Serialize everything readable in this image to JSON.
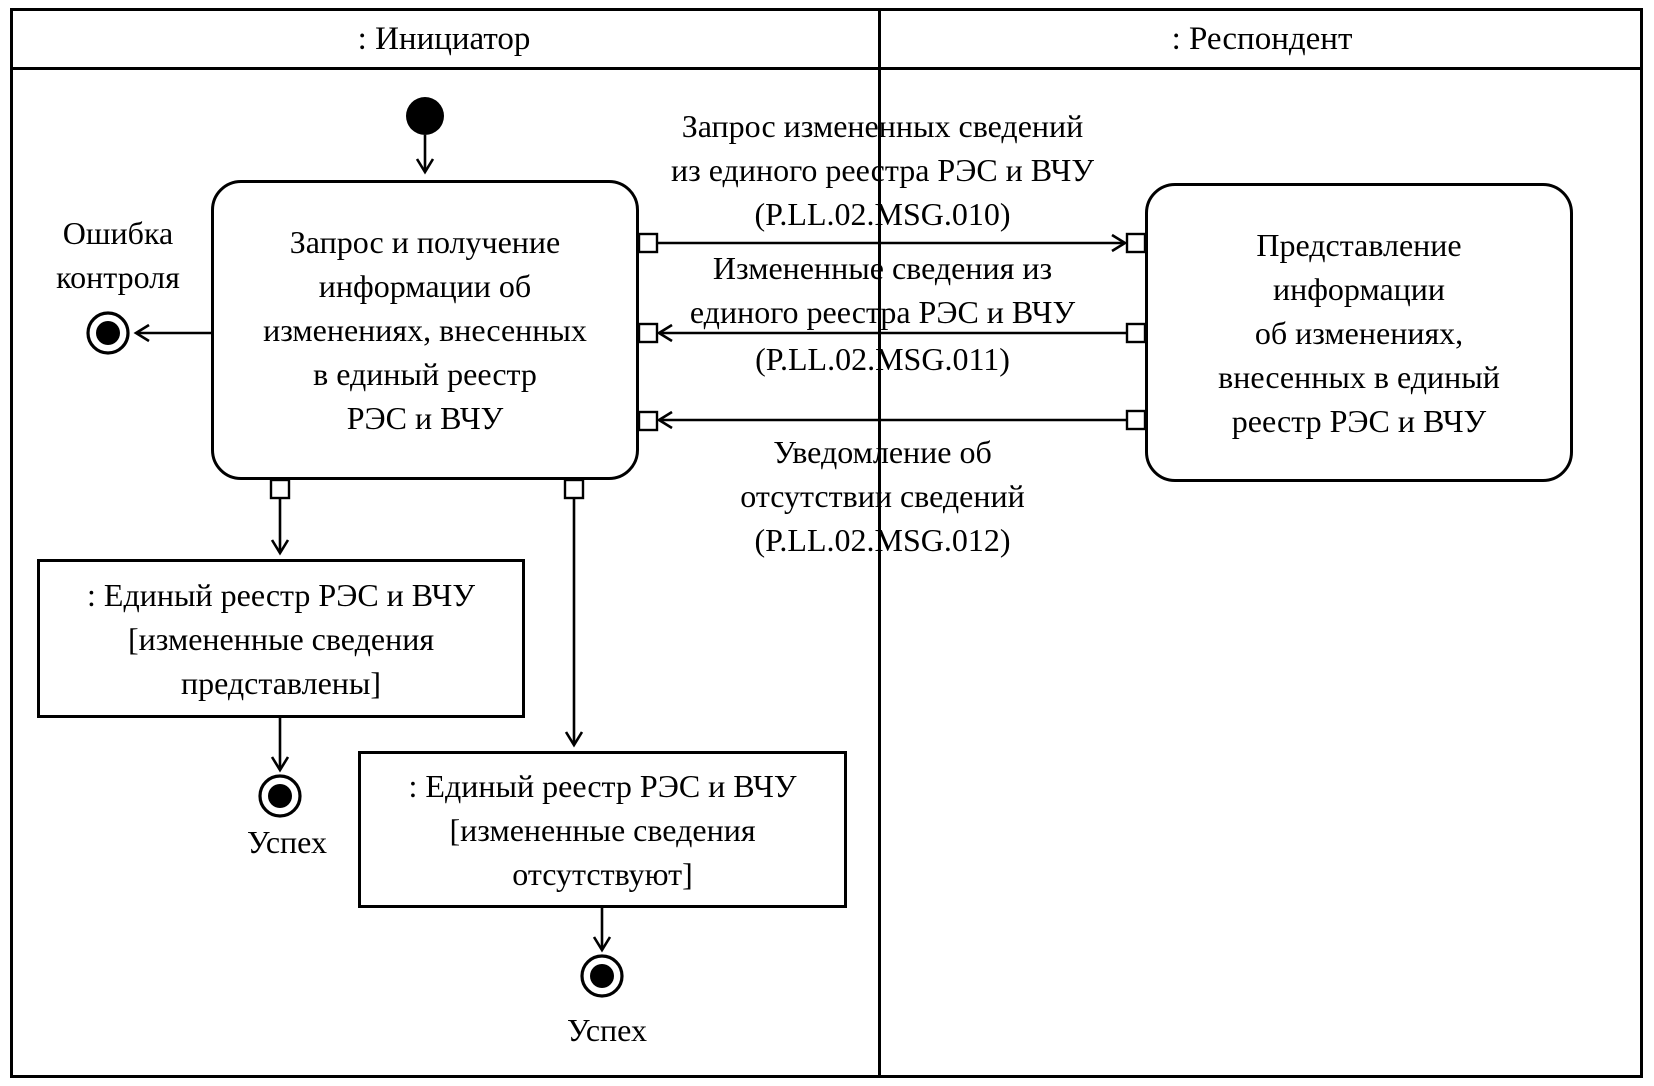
{
  "diagram": {
    "type": "uml-activity-swimlane",
    "lanes": {
      "initiator": ": Инициатор",
      "respondent": ": Респондент"
    },
    "nodes": {
      "initiator_activity": "Запрос и получение\nинформации об\nизменениях, внесенных\nв единый реестр\nРЭС и ВЧУ",
      "respondent_activity": "Представление\nинформации\nоб изменениях,\nвнесенных в единый\nреестр РЭС и ВЧУ",
      "object_changed_provided": ": Единый реестр РЭС и ВЧУ\n[измененные сведения\nпредставлены]",
      "object_changed_absent": ": Единый реестр РЭС и ВЧУ\n[измененные сведения\nотсутствуют]"
    },
    "messages": {
      "msg010": "Запрос измененных сведений\nиз единого реестра РЭС и ВЧУ\n(P.LL.02.MSG.010)",
      "msg011_text": "Измененные сведения из\nединого реестра РЭС и ВЧУ",
      "msg011_id": "(P.LL.02.MSG.011)",
      "msg012": "Уведомление об\nотсутствии сведений\n(P.LL.02.MSG.012)"
    },
    "terminals": {
      "error": "Ошибка\nконтроля",
      "success_1": "Успех",
      "success_2": "Успех"
    },
    "colors": {
      "ink": "#000000",
      "paper": "#ffffff"
    }
  }
}
